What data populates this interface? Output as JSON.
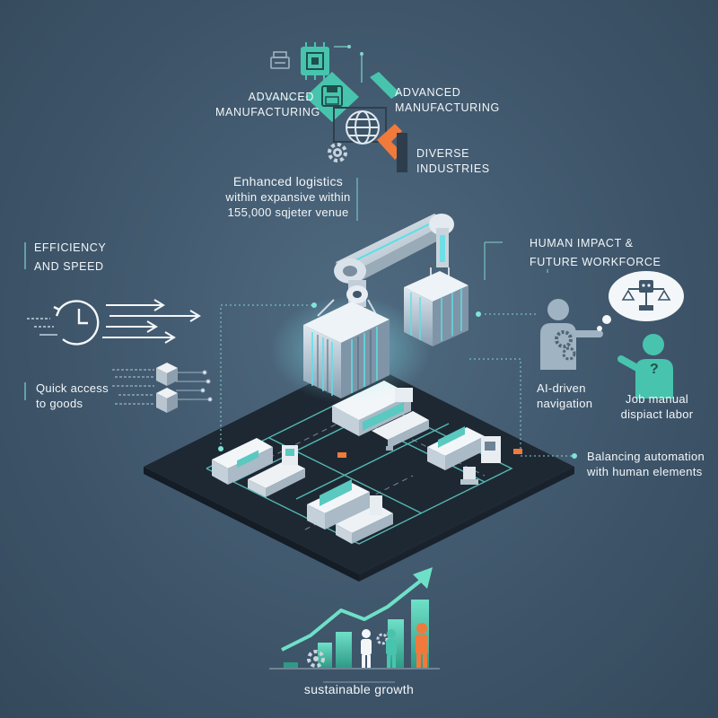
{
  "labels": {
    "adv_mfg_left": [
      "ADVANCED",
      "MANUFACTURING"
    ],
    "adv_mfg_right": [
      "ADVANCED",
      "MANUFACTURING"
    ],
    "diverse": [
      "DIVERSE",
      "INDUSTRIES"
    ],
    "logistics": [
      "Enhanced logistics",
      "within expansive within",
      "155,000 sqjeter venue"
    ],
    "efficiency": [
      "EFFICIENCY",
      "AND SPEED"
    ],
    "human_impact": [
      "HUMAN IMPACT &",
      "FUTURE WORKFORCE"
    ],
    "quick_access": [
      "Quick access",
      "to goods"
    ],
    "ai_nav": [
      "AI-driven",
      "navigation"
    ],
    "job_manual": [
      "Job manual",
      "dispiact labor"
    ],
    "balancing": [
      "Balancing automation",
      "with human elements"
    ],
    "sustainable": "sustainable growth"
  },
  "colors": {
    "teal": "#43c0a8",
    "teal_light": "#7fe3d6",
    "orange": "#f07a3c",
    "platform": "#1f2a36",
    "background": "#3f566b",
    "machine": "#e6ecf1"
  },
  "icons": [
    "chip-icon",
    "floppy-icon",
    "globe-icon",
    "gear-icon",
    "clock-icon",
    "box-stack-icon",
    "robot-icon",
    "scale-icon",
    "worker-icon",
    "chart-arrow-icon"
  ]
}
